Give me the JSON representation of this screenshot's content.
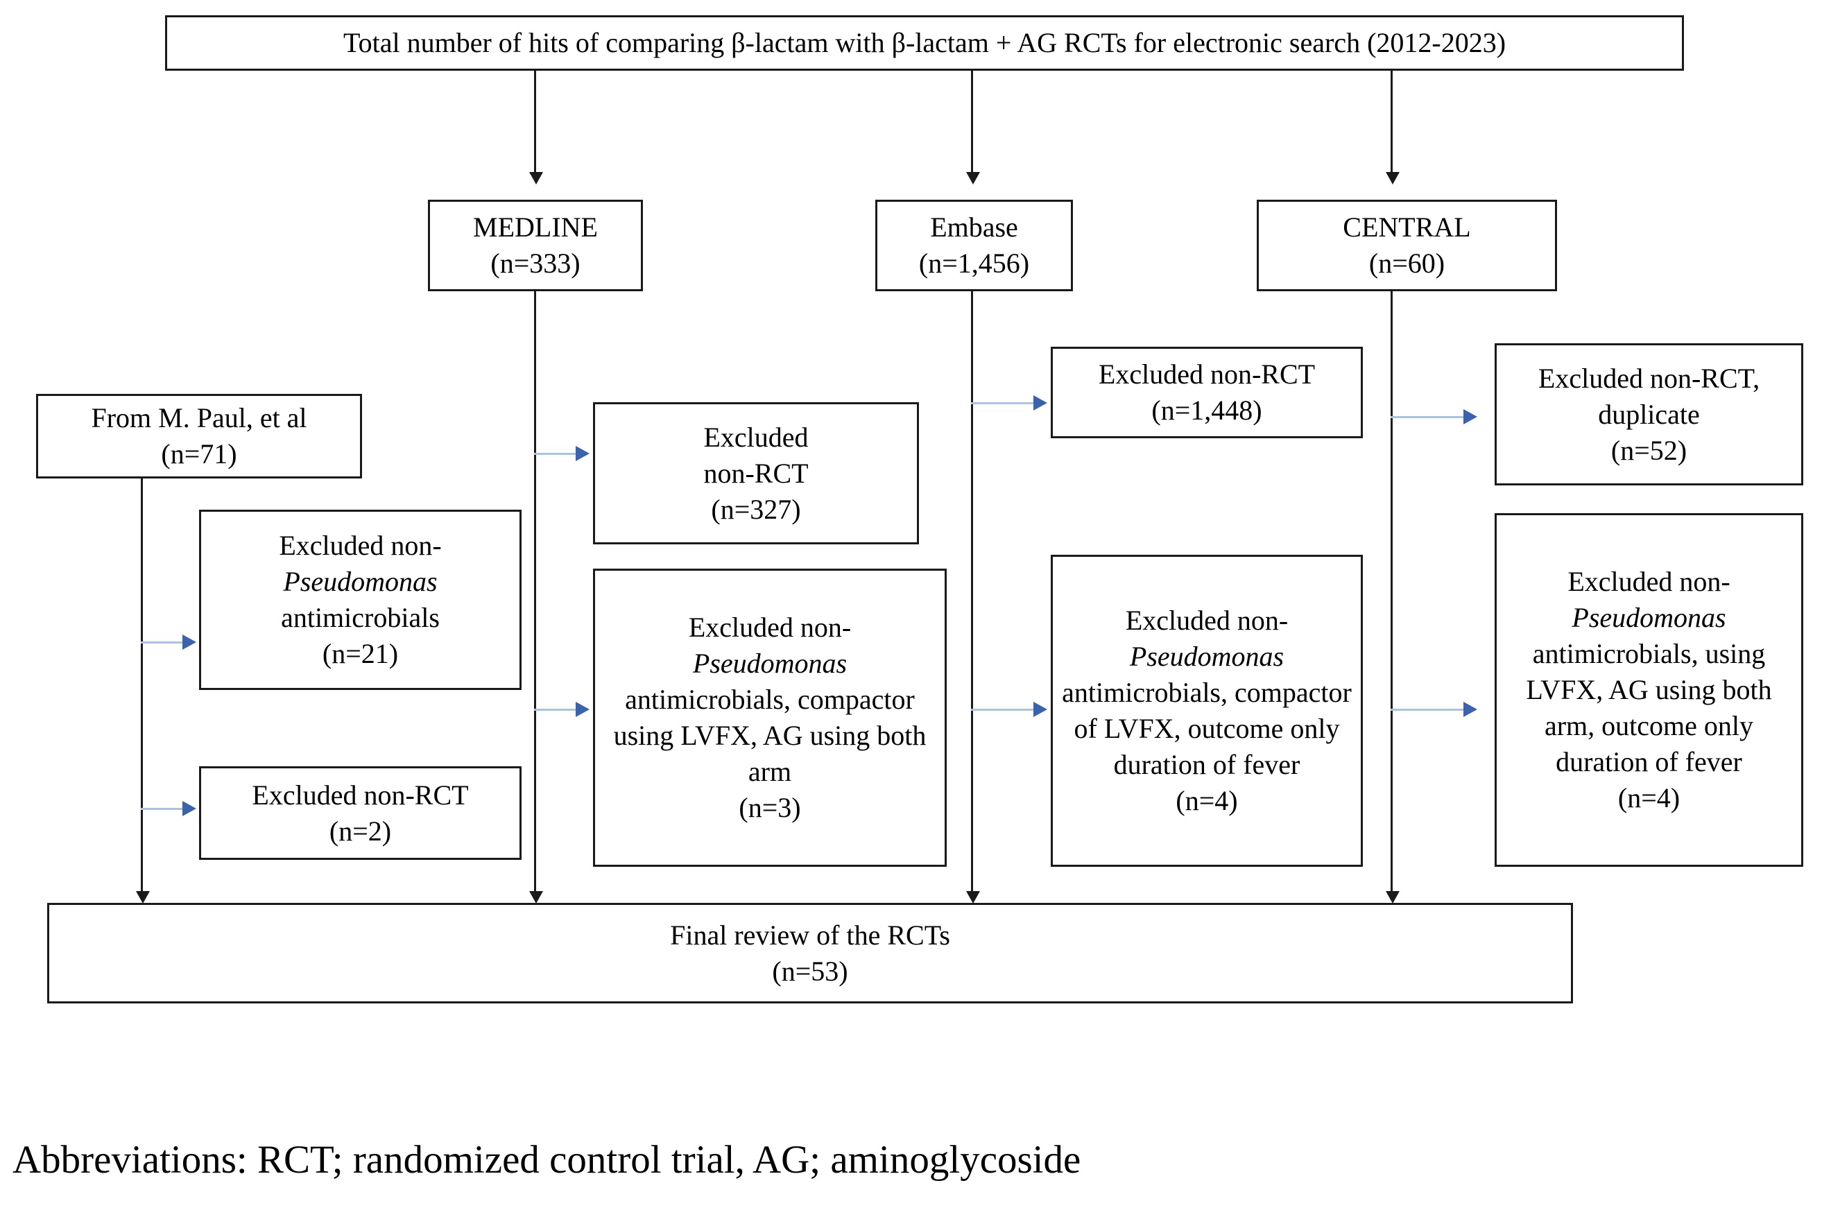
{
  "diagram": {
    "title_box": {
      "text": "Total number of hits of comparing β-lactam with β-lactam + AG RCTs for electronic search (2012-2023)"
    },
    "databases": [
      {
        "name": "MEDLINE",
        "count": "(n=333)"
      },
      {
        "name": "Embase",
        "count": "(n=1,456)"
      },
      {
        "name": "CENTRAL",
        "count": "(n=60)"
      }
    ],
    "source_box": {
      "line1": "From M. Paul, et al",
      "line2": "(n=71)"
    },
    "exclusions": {
      "paul_non_pseudomonas": {
        "pre": "Excluded non-",
        "italic": "Pseudomonas",
        "post": "antimicrobials",
        "count": "(n=21)"
      },
      "paul_non_rct": {
        "pre": "Excluded non-RCT",
        "count": "(n=2)"
      },
      "medline_non_rct": {
        "line1": "Excluded",
        "line2": "non-RCT",
        "count": "(n=327)"
      },
      "medline_detail": {
        "pre": "Excluded non-",
        "italic": "Pseudomonas",
        "post": "antimicrobials, compactor using LVFX, AG using both arm",
        "count": "(n=3)"
      },
      "embase_non_rct": {
        "pre": "Excluded non-RCT",
        "count": "(n=1,448)"
      },
      "embase_detail": {
        "pre": "Excluded non-",
        "italic": "Pseudomonas",
        "post": "antimicrobials, compactor of LVFX, outcome only duration of fever",
        "count": "(n=4)"
      },
      "central_non_rct": {
        "pre": "Excluded non-RCT, duplicate",
        "count": "(n=52)"
      },
      "central_detail": {
        "pre": "Excluded non-",
        "italic": "Pseudomonas",
        "post": "antimicrobials, using LVFX, AG using both arm, outcome only duration of fever",
        "count": "(n=4)"
      }
    },
    "final_box": {
      "line1": "Final review of the RCTs",
      "line2": "(n=53)"
    },
    "footer": {
      "text": "Abbreviations: RCT; randomized control trial, AG; aminoglycoside"
    },
    "colors": {
      "box_border": "#1a1a1a",
      "flow_arrow": "#1a1a1a",
      "exclusion_arrow": "#a9c2ea",
      "exclusion_arrowhead": "#3a62ad",
      "background": "#ffffff"
    }
  }
}
